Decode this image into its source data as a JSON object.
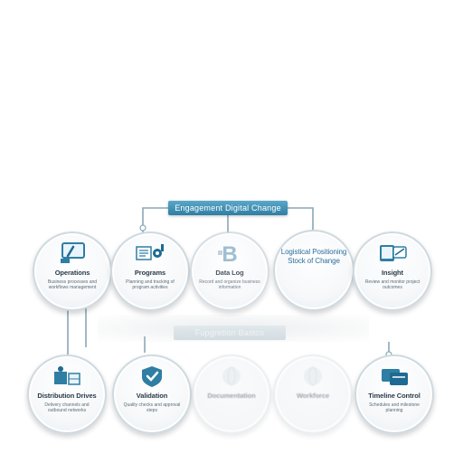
{
  "diagram": {
    "top_banner": "Engagement Digital Change",
    "sub_banner": "Fupgretion Bastos",
    "colors": {
      "accent": "#2f7ea3",
      "connector": "#8aa7b8",
      "circle_border": "#cfd9e0",
      "title_text": "#2a3a48",
      "blue_text": "#2c6f9a"
    },
    "top_row": [
      {
        "title": "Operations",
        "desc": "Business processes and workflows management",
        "icon": "whiteboard-icon"
      },
      {
        "title": "Programs",
        "desc": "Planning and tracking of program activities",
        "icon": "document-gear-icon"
      },
      {
        "title": "Data Log",
        "desc": "Record and organize business information",
        "icon": "letter-b-icon"
      },
      {
        "title": "Logistical Positioning Stock of Change",
        "desc": "",
        "icon": ""
      },
      {
        "title": "Insight",
        "desc": "Review and monitor project outcomes",
        "icon": "tablet-pen-icon"
      }
    ],
    "bottom_row": [
      {
        "title": "Distribution Drives",
        "desc": "Delivery channels and outbound networks",
        "icon": "shipping-icon"
      },
      {
        "title": "Validation",
        "desc": "Quality checks and approval steps",
        "icon": "shield-check-icon"
      },
      {
        "title": "Documentation",
        "desc": "",
        "icon": "globe-icon"
      },
      {
        "title": "Workforce",
        "desc": "",
        "icon": "globe-icon"
      },
      {
        "title": "Timeline Control",
        "desc": "Schedules and milestone planning",
        "icon": "card-icon"
      }
    ]
  }
}
